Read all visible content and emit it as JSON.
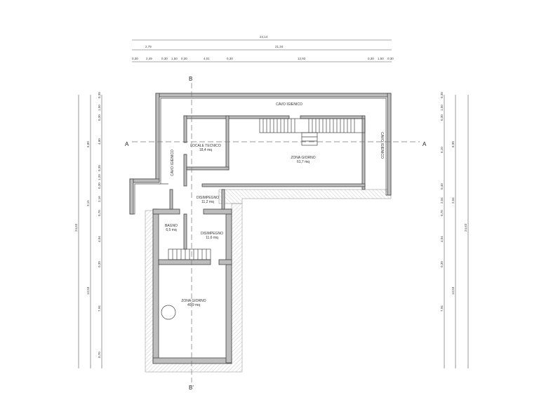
{
  "top_dimensions": {
    "overall": "24,14",
    "row2": [
      "2,79",
      "21,34"
    ],
    "row3": [
      "0,30",
      "2,49",
      "0,30",
      "1,50",
      "0,30",
      "4,01",
      "0,30",
      "12,93",
      "0,30",
      "1,50",
      "0,30"
    ]
  },
  "left_dimensions": {
    "overall": "24,63",
    "middle": [
      "6,80",
      "3,15",
      "13,59"
    ],
    "inner": [
      "0,30",
      "1,50",
      "0,30",
      "4,80",
      "0,30",
      "1,20",
      "0,30",
      "2,16",
      "0,70",
      "4,04",
      "0,30",
      "7,94",
      "0,70"
    ]
  },
  "right_dimensions": {
    "overall": "24,63",
    "middle": [
      "8,90",
      "2,04",
      "13,59"
    ],
    "inner": [
      "0,30",
      "1,50",
      "0,30",
      "6,10",
      "0,40",
      "2,04",
      "0,70",
      "4,04",
      "0,30",
      "7,94"
    ]
  },
  "sections": {
    "a": "A",
    "b": "B",
    "b_prime": "B'"
  },
  "rooms": {
    "cavo_top": "CAVO IGIENICO",
    "cavo_left": "CAVO IGIENICO",
    "cavo_right": "CAVO IGIENICO",
    "locale_name": "LOCALE TECNICO",
    "locale_area": "18,4 mq",
    "zona1_name": "ZONA GIORNO",
    "zona1_area": "61,7 mq",
    "dis1_name": "DISIMPEGNO",
    "dis1_area": "11,2 mq",
    "bagno_name": "BAGNO",
    "bagno_area": "6,5 mq",
    "dis2_name": "DISIMPEGNO",
    "dis2_area": "11,6 mq",
    "zona2_name": "ZONA GIORNO",
    "zona2_area": "40,9 mq"
  }
}
